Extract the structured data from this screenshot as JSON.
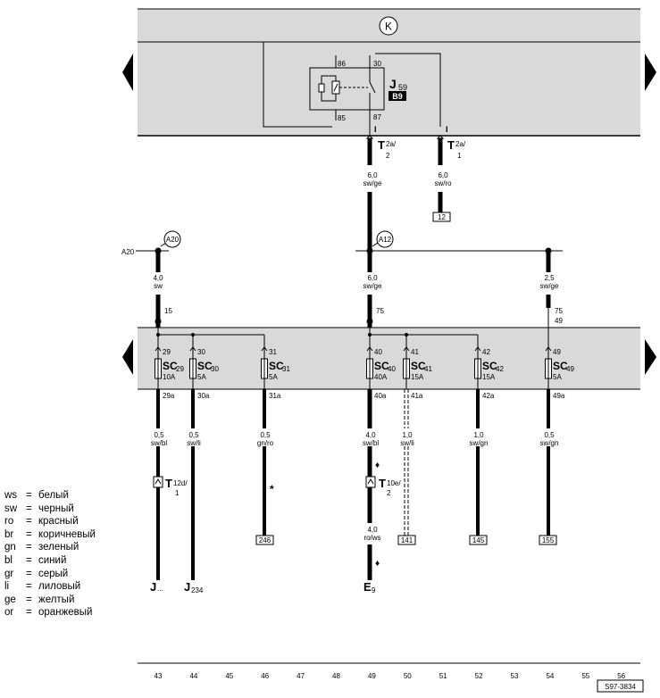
{
  "colors": {
    "panel_fill": "#d9d9d9",
    "line": "#000000",
    "label_box_fill": "#000000",
    "label_box_text": "#ffffff"
  },
  "icons": {
    "page_left": "triangle-left-icon",
    "page_right": "triangle-right-icon",
    "terminal_k": "circled-k-icon",
    "relay": "relay-icon",
    "connector": "connector-icon",
    "fuse": "fuse-icon",
    "splice": "circled-splice-icon"
  },
  "top_panel": {
    "terminal_symbol": "K",
    "relay": {
      "name": "J",
      "subscript": "59",
      "location_box": "B9",
      "pin_86": "86",
      "pin_85": "85",
      "pin_30": "30",
      "pin_87": "87"
    },
    "connector_left": {
      "name": "T",
      "subscript": "2a/",
      "pin": "2",
      "mark": "I"
    },
    "connector_right": {
      "name": "T",
      "subscript": "2a/",
      "pin": "1",
      "mark": "I"
    }
  },
  "wires": {
    "w_6_swge": {
      "size": "6,0",
      "color": "sw/ge"
    },
    "w_6_swro": {
      "size": "6,0",
      "color": "sw/ro"
    },
    "w_4_sw": {
      "size": "4,0",
      "color": "sw"
    },
    "w_6_swge_b": {
      "size": "6,0",
      "color": "sw/ge"
    },
    "w_25_swge": {
      "size": "2,5",
      "color": "sw/ge"
    }
  },
  "refs": {
    "ref_12": "12",
    "ref_246": "246",
    "ref_141": "141",
    "ref_145": "145",
    "ref_155": "155"
  },
  "splices": {
    "a20": "A20",
    "a12": "A12"
  },
  "bus_label": "A20",
  "terminals": {
    "t15": "15",
    "t75": "75",
    "t75b": "75",
    "t49": "49"
  },
  "fuse_panel": {
    "fuses": [
      {
        "name": "SC",
        "num": "29",
        "rating": "10A",
        "in_pin": "29",
        "out_pin": "29a"
      },
      {
        "name": "SC",
        "num": "30",
        "rating": "5A",
        "in_pin": "30",
        "out_pin": "30a"
      },
      {
        "name": "SC",
        "num": "31",
        "rating": "5A",
        "in_pin": "31",
        "out_pin": "31a"
      },
      {
        "name": "SC",
        "num": "40",
        "rating": "40A",
        "in_pin": "40",
        "out_pin": "40a"
      },
      {
        "name": "SC",
        "num": "41",
        "rating": "15A",
        "in_pin": "41",
        "out_pin": "41a"
      },
      {
        "name": "SC",
        "num": "42",
        "rating": "15A",
        "in_pin": "42",
        "out_pin": "42a"
      },
      {
        "name": "SC",
        "num": "49",
        "rating": "5A",
        "in_pin": "49",
        "out_pin": "49a"
      }
    ]
  },
  "lower_wires": [
    {
      "size": "0,5",
      "color": "sw/bl"
    },
    {
      "size": "0,5",
      "color": "sw/li"
    },
    {
      "size": "0,5",
      "color": "gn/ro"
    },
    {
      "size": "4,0",
      "color": "sw/bl"
    },
    {
      "size": "1,0",
      "color": "sw/li"
    },
    {
      "size": "1,0",
      "color": "sw/gn"
    },
    {
      "size": "0,5",
      "color": "sw/gn"
    }
  ],
  "lower_wire_e9": {
    "size": "4,0",
    "color": "ro/ws"
  },
  "connectors_lower": {
    "t12d": {
      "name": "T",
      "subscript": "12d/",
      "pin": "1"
    },
    "t10e": {
      "name": "T",
      "subscript": "10e/",
      "pin": "2"
    }
  },
  "marks": {
    "asterisk": "*",
    "diamond1": "♦",
    "diamond2": "♦"
  },
  "components": {
    "j_left": {
      "name": "J",
      "subscript": "..."
    },
    "j234": {
      "name": "J",
      "subscript": "234"
    },
    "e9": {
      "name": "E",
      "subscript": "9"
    }
  },
  "legend": [
    {
      "code": "ws",
      "eq": "=",
      "meaning": "белый"
    },
    {
      "code": "sw",
      "eq": "=",
      "meaning": "черный"
    },
    {
      "code": "ro",
      "eq": "=",
      "meaning": "красный"
    },
    {
      "code": "br",
      "eq": "=",
      "meaning": "коричневый"
    },
    {
      "code": "gn",
      "eq": "=",
      "meaning": "зеленый"
    },
    {
      "code": "bl",
      "eq": "=",
      "meaning": "синий"
    },
    {
      "code": "gr",
      "eq": "=",
      "meaning": "серый"
    },
    {
      "code": "li",
      "eq": "=",
      "meaning": "лиловый"
    },
    {
      "code": "ge",
      "eq": "=",
      "meaning": "желтый"
    },
    {
      "code": "or",
      "eq": "=",
      "meaning": "оранжевый"
    }
  ],
  "scale_numbers": [
    "43",
    "44",
    "45",
    "46",
    "47",
    "48",
    "49",
    "50",
    "51",
    "52",
    "53",
    "54",
    "55",
    "56"
  ],
  "drawing_code": "S97-3834"
}
